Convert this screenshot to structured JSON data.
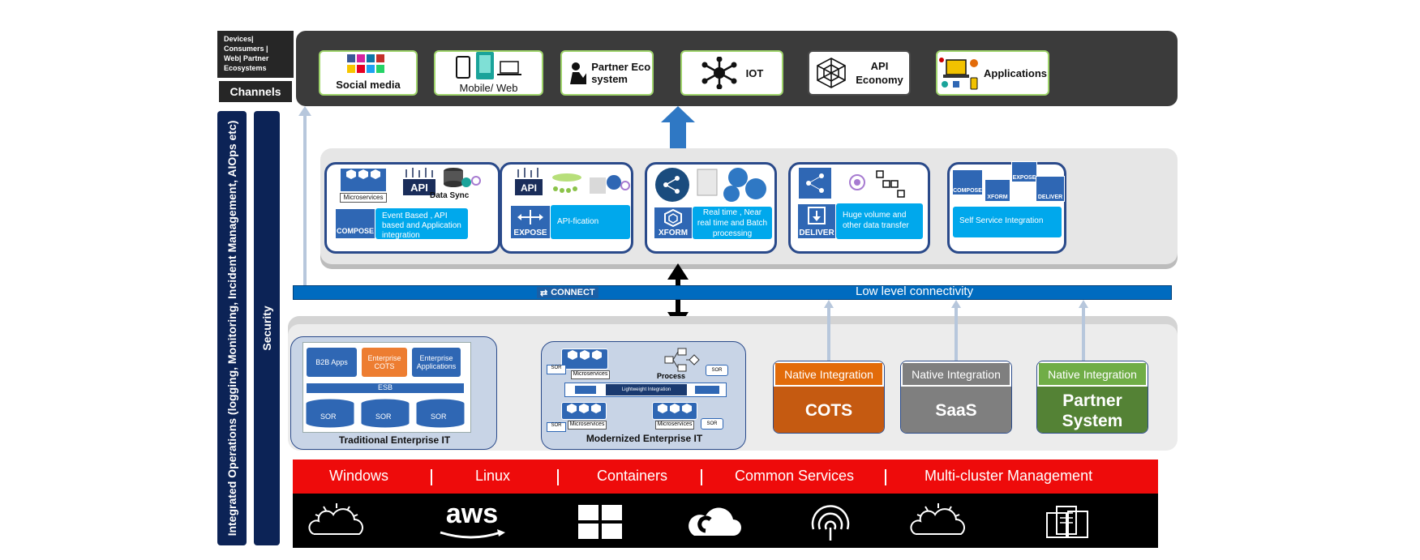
{
  "left": {
    "devices_label": "Devices| Consumers | Web| Partner Ecosystems",
    "channels_label": "Channels",
    "operations_label": "Integrated Operations (logging, Monitoring, Incident Management, AIOps etc)",
    "security_label": "Security"
  },
  "channels": [
    {
      "label": "Social media",
      "icon": "social-icons"
    },
    {
      "label": "Mobile/ Web",
      "icon": "devices-icon"
    },
    {
      "label": "Partner Eco system",
      "icon": "partner-icon"
    },
    {
      "label": "IOT",
      "icon": "hub-icon"
    },
    {
      "label": "API Economy",
      "icon": "network-icon"
    },
    {
      "label": "Applications",
      "icon": "apps-icon"
    }
  ],
  "integration": {
    "microservices": "Microservices",
    "api": "API",
    "data_sync": "Data Sync",
    "compose": "COMPOSE",
    "compose_desc": "Event Based , API based and Application integration",
    "expose": "EXPOSE",
    "apification": "API-fication",
    "xform": "XFORM",
    "xform_desc": "Real time , Near real time and Batch processing",
    "deliver": "DELIVER",
    "deliver_desc": "Huge volume and other data transfer",
    "self_service": "Self Service Integration"
  },
  "connectivity": {
    "connect": "CONNECT",
    "low_level": "Low level connectivity"
  },
  "enterprise": {
    "traditional": {
      "title": "Traditional Enterprise IT",
      "b2b": "B2B Apps",
      "cots": "Enterprise COTS",
      "apps": "Enterprise Applications",
      "esb": "ESB",
      "sor": "SOR"
    },
    "modern": {
      "title": "Modernized Enterprise IT",
      "microservices": "Microservices",
      "process": "Process",
      "lightweight": "Lightweight Integration",
      "sor": "SOR"
    }
  },
  "native": [
    {
      "header": "Native Integration",
      "body": "COTS",
      "head_color": "#e26b0a",
      "body_color": "#c55a11"
    },
    {
      "header": "Native Integration",
      "body": "SaaS",
      "head_color": "#7f7f7f",
      "body_color": "#7f7f7f"
    },
    {
      "header": "Native Integration",
      "body": "Partner System",
      "head_color": "#70ad47",
      "body_color": "#548235"
    }
  ],
  "platforms": [
    "Windows",
    "Linux",
    "Containers",
    "Common Services",
    "Multi-cluster Management"
  ],
  "clouds": [
    {
      "icon": "ibm-cloud-icon"
    },
    {
      "label": "aws",
      "icon": "aws-logo"
    },
    {
      "icon": "windows-logo"
    },
    {
      "icon": "google-cloud-icon"
    },
    {
      "icon": "edge-icon"
    },
    {
      "icon": "ibm-cloud-icon"
    },
    {
      "icon": "servers-icon"
    }
  ]
}
